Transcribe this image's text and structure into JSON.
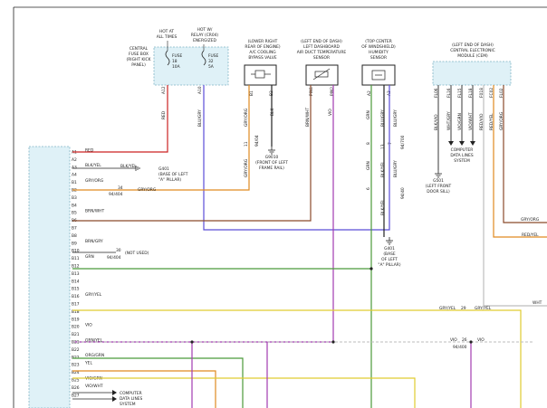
{
  "colors": {
    "red": "#cc2222",
    "blue_gray": "#5a4ed8",
    "orange": "#e08a20",
    "black": "#222222",
    "brown": "#8b4a2b",
    "violet": "#a23bb0",
    "green": "#4b9a3a",
    "yellow": "#e0cc30",
    "gray": "#bdbdbd",
    "module_fill": "#dff1f7",
    "fuse_box_fill": "#dff1f7"
  },
  "fuse_box": {
    "side_label": [
      "CENTRAL",
      "FUSE BOX",
      "(RIGHT KICK",
      "PANEL)"
    ],
    "hot_all_label": [
      "HOT AT",
      "ALL TIMES"
    ],
    "hot_relay_label": [
      "HOT W/",
      "RELAY (CR04)",
      "ENERGIZED"
    ],
    "fuse1": [
      "FUSE",
      "18",
      "10A"
    ],
    "fuse2": [
      "FUSE",
      "32",
      "5A"
    ],
    "pin1": "A12",
    "pin2": "A10",
    "wire1": "RED",
    "wire2": "BLU/GRY"
  },
  "components": {
    "ac_valve": {
      "title": [
        "(LOWER RIGHT",
        "REAR OF ENGINE)",
        "A/C COOLING",
        "BYPASS VALVE"
      ],
      "pin1": "B1",
      "pin2": "B2",
      "wire1": "GRY/ORG",
      "wire2": "BLK",
      "ground_pin": "11",
      "ground_conn": "94/04",
      "ground": "G9010",
      "ground_desc": [
        "(FRONT OF LEFT",
        "FRAME RAIL)"
      ],
      "wire3": "GRY/ORG"
    },
    "duct_sensor": {
      "title": [
        "(LEFT END OF DASH)",
        "LEFT DASHBOARD",
        "AIR DUCT TEMPERATURE",
        "SENSOR"
      ],
      "pin1": "PIN1",
      "pin2": "PIN2",
      "wire1": "BRN/WHT",
      "wire2": "VIO"
    },
    "humidity": {
      "title": [
        "(TOP CENTER",
        "OF WINDSHIELD)",
        "HUMIDITY",
        "SENSOR"
      ],
      "pin1": "A2",
      "pin2": "A3",
      "wire1": "GRN",
      "wire2": "BLU/GRY",
      "wire3": "BLU/GRY",
      "wire4": "BLK/YEL",
      "wire5": "GRN",
      "wire6": "BLU/GRY",
      "conn1_pin": "8",
      "conn2_pin": "13",
      "conn3_pin": "7",
      "conn4_pin": "6",
      "conn_name": "94/700",
      "conn_name2": "94/40",
      "ground": "G401",
      "ground_desc": [
        "(BASE",
        "OF LEFT",
        "\"A\" PILLAR)"
      ],
      "wire7": "BLK/YEL"
    },
    "cem": {
      "title": [
        "(LEFT END OF DASH)",
        "CENTRAL ELECTRONIC",
        "MODULE (CEM)"
      ],
      "pins": [
        "FL06",
        "FL16",
        "FL15",
        "FL18",
        "F018",
        "FC02",
        "FL02"
      ],
      "wires": [
        "BLK/VIO",
        "WHT/GRY",
        "VIO/GRN",
        "VIO/WHT",
        "RED/VIO",
        "RED/YEL",
        "GRY/ORG"
      ],
      "data_label": [
        "COMPUTER",
        "DATA LINES",
        "SYSTEM"
      ],
      "ground": "G501",
      "ground_desc": [
        "(LEFT FRONT",
        "DOOR SILL)"
      ]
    }
  },
  "left_module": {
    "rows": [
      {
        "pin": "A1",
        "wire": "RED"
      },
      {
        "pin": "A2",
        "wire": ""
      },
      {
        "pin": "A3",
        "wire": "BLK/YEL"
      },
      {
        "pin": "A4",
        "wire": ""
      },
      {
        "pin": "B1",
        "wire": "GRY/ORG"
      },
      {
        "pin": "B2",
        "wire": ""
      },
      {
        "pin": "B3",
        "wire": ""
      },
      {
        "pin": "B4",
        "wire": ""
      },
      {
        "pin": "B5",
        "wire": "BRN/WHT"
      },
      {
        "pin": "B6",
        "wire": ""
      },
      {
        "pin": "B7",
        "wire": ""
      },
      {
        "pin": "B8",
        "wire": ""
      },
      {
        "pin": "B9",
        "wire": "BRN/GRY"
      },
      {
        "pin": "B10",
        "wire": ""
      },
      {
        "pin": "B11",
        "wire": "GRN"
      },
      {
        "pin": "B12",
        "wire": ""
      },
      {
        "pin": "B13",
        "wire": ""
      },
      {
        "pin": "B14",
        "wire": ""
      },
      {
        "pin": "B15",
        "wire": ""
      },
      {
        "pin": "B16",
        "wire": "GRY/YEL"
      },
      {
        "pin": "B17",
        "wire": ""
      },
      {
        "pin": "B18",
        "wire": ""
      },
      {
        "pin": "B19",
        "wire": ""
      },
      {
        "pin": "B20",
        "wire": "VIO"
      },
      {
        "pin": "B21",
        "wire": ""
      },
      {
        "pin": "B21",
        "wire": "GRN/YEL"
      },
      {
        "pin": "B22",
        "wire": ""
      },
      {
        "pin": "B22",
        "wire": "ORG/GRN"
      },
      {
        "pin": "B23",
        "wire": "YEL"
      },
      {
        "pin": "B24",
        "wire": ""
      },
      {
        "pin": "B25",
        "wire": "VIO/GRN"
      },
      {
        "pin": "B26",
        "wire": "VIO/WHT"
      },
      {
        "pin": "B27",
        "wire": ""
      }
    ],
    "a3_wire2": "BLK/YEL",
    "a3_ground": "G401",
    "a3_ground_desc": [
      "(BASE OF LEFT",
      "\"A\" PILLAR)"
    ],
    "b1_pin": "34",
    "b1_conn": "94/404",
    "b1_wire2": "GRY/ORG",
    "b9_pin": "30",
    "b9_conn": "94/404",
    "b9_note": "(NOT USED)",
    "data_label": [
      "COMPUTER",
      "DATA LINES",
      "SYSTEM"
    ]
  },
  "right_side": {
    "gry_org": "GRY/ORG",
    "red_yel": "RED/YEL",
    "wht": "WHT",
    "gry_yel_left": "GRY/YEL",
    "gry_yel_pin": "29",
    "gry_yel_right": "GRY/YEL",
    "vio_left": "VIO",
    "vio_pin": "26",
    "vio_right": "VIO",
    "vio_conn": "94/400"
  }
}
